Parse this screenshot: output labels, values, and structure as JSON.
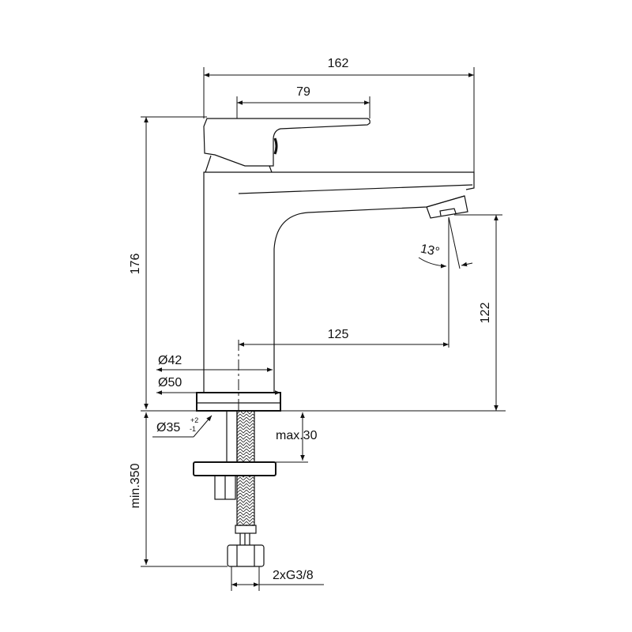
{
  "drawing": {
    "title": "Basin mixer dimensional drawing",
    "dimensions": {
      "overall_length": "162",
      "handle_length": "79",
      "overall_height": "176",
      "spout_height": "122",
      "spout_reach": "125",
      "body_diameter": "Ø42",
      "base_diameter": "Ø50",
      "hole_diameter": "Ø35",
      "hole_tol_plus": "+2",
      "hole_tol_minus": "-1",
      "max_deck_thickness": "max.30",
      "min_hose_length": "min.350",
      "connection": "2xG3/8",
      "spout_angle": "13°"
    },
    "colors": {
      "line": "#111111",
      "background": "#ffffff"
    }
  }
}
